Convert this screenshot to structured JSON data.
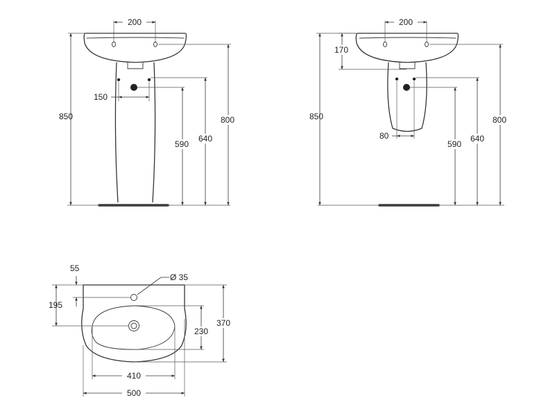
{
  "diagram": {
    "pedestal_view": {
      "tap_spacing": "200",
      "drain_spacing": "150",
      "height_590": "590",
      "height_640": "640",
      "height_800": "800",
      "height_850": "850"
    },
    "semipedestal_view": {
      "tap_spacing": "200",
      "bowl_depth": "170",
      "drain_spacing": "80",
      "height_590": "590",
      "height_640": "640",
      "height_800": "800",
      "height_850": "850"
    },
    "plan_view": {
      "tap_hole_offset": "55",
      "tap_hole_diameter": "Ø 35",
      "waste_offset": "195",
      "bowl_width": "230",
      "depth": "370",
      "bowl_length": "410",
      "width": "500"
    }
  }
}
